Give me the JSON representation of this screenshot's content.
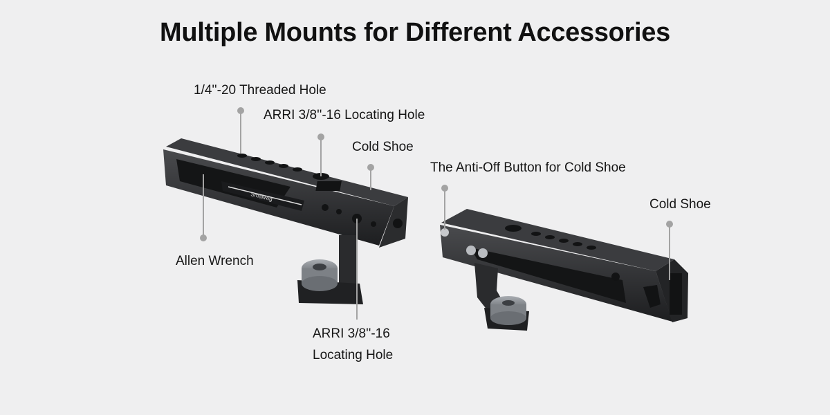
{
  "title": "Multiple Mounts for Different Accessories",
  "brand_logo_text": "SmallRig",
  "callouts": {
    "threaded_hole": "1/4''-20 Threaded Hole",
    "arri_top": "ARRI 3/8''-16 Locating Hole",
    "cold_shoe_left": "Cold Shoe",
    "allen_wrench": "Allen Wrench",
    "arri_bottom_line1": "ARRI 3/8''-16",
    "arri_bottom_line2": "Locating Hole",
    "anti_off_button": "The Anti-Off Button for Cold Shoe",
    "cold_shoe_right": "Cold Shoe"
  },
  "colors": {
    "background": "#efeff0",
    "callout_line": "#a3a3a3",
    "product": "#2a2b2d"
  }
}
